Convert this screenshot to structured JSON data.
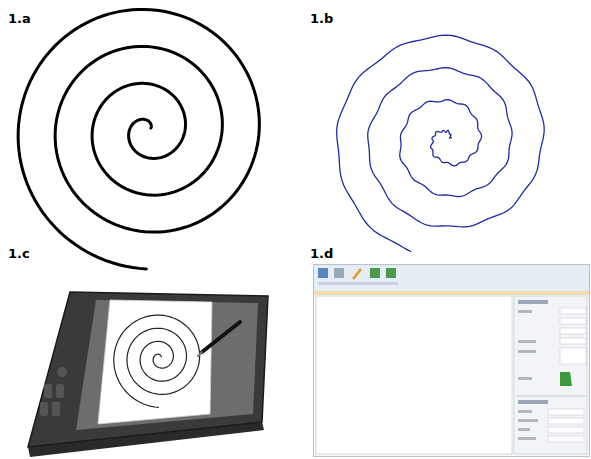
{
  "diagram": {
    "labels": [
      "1.a",
      "1.b",
      "1.c",
      "1.d"
    ]
  }
}
